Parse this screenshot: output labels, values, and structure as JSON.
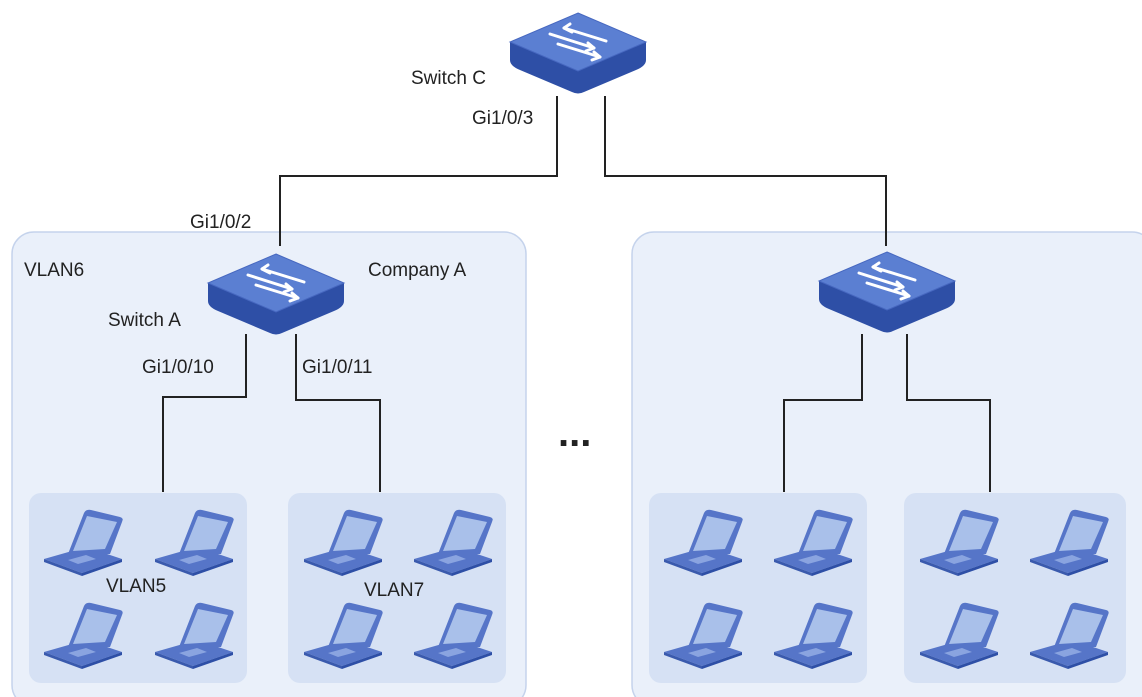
{
  "switches": {
    "c": {
      "label": "Switch C",
      "port": "Gi1/0/3"
    },
    "a": {
      "label": "Switch A",
      "uplink_port": "Gi1/0/2",
      "port_left": "Gi1/0/10",
      "port_right": "Gi1/0/11"
    }
  },
  "groups": {
    "vlan6": "VLAN6",
    "company": "Company A",
    "vlan5": "VLAN5",
    "vlan7": "VLAN7"
  },
  "ellipsis": "...",
  "colors": {
    "zone_fill": "#eaf0fa",
    "zone_stroke": "#c5d3ec",
    "subgroup_fill": "#d6e1f4",
    "switch_top": "#5b7fd2",
    "switch_side": "#2e4fa6",
    "laptop_screen": "#a9c0ea",
    "laptop_body": "#5675c8",
    "link": "#222222"
  },
  "icons": {
    "switch": "network-switch-icon",
    "laptop": "laptop-icon"
  }
}
